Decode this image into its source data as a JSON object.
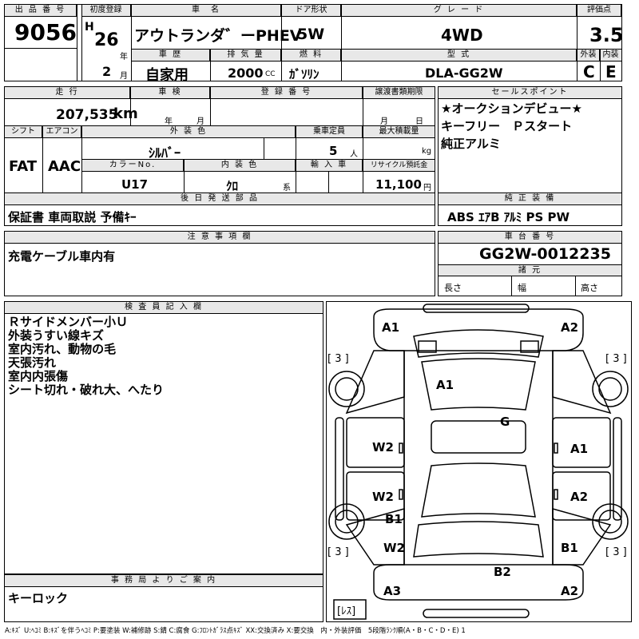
{
  "header": {
    "lot_no_label": "出 品 番 号",
    "lot_no": "9056",
    "first_reg_label": "初度登録",
    "era": "H",
    "year": "26",
    "year_unit": "年",
    "month": "2",
    "month_unit": "月",
    "car_name_label": "車　名",
    "car_name": "アウトランダ゛ーPHEV",
    "history_label": "車 歴",
    "history": "自家用",
    "displacement_label": "排 気 量",
    "displacement": "2000",
    "displacement_unit": "CC",
    "door_label": "ドア形状",
    "door": "5W",
    "fuel_label": "燃 料",
    "fuel": "ｶﾞｿﾘﾝ",
    "grade_label": "グ レ ー ド",
    "grade": "4WD",
    "model_label": "型 式",
    "model": "DLA-GG2W",
    "score_label": "評価点",
    "score": "3.5",
    "ext_label": "外装",
    "ext": "C",
    "int_label": "内装",
    "int": "E"
  },
  "row2": {
    "mileage_label": "走 行",
    "mileage": "207,535",
    "mileage_unit": "km",
    "inspection_label": "車 検",
    "insp_year_unit": "年",
    "insp_month_unit": "月",
    "reg_no_label": "登 録 番 号",
    "transfer_label": "譲渡書類期限",
    "transfer_month": "月",
    "transfer_day": "日",
    "shift_label": "シフト",
    "shift": "FAT",
    "ac_label": "エアコン",
    "ac": "AAC",
    "ext_color_label": "外 装 色",
    "ext_color": "ｼﾙﾊﾞｰ",
    "capacity_label": "乗車定員",
    "capacity": "5",
    "capacity_unit": "人",
    "max_load_label": "最大積載量",
    "max_load_unit": "kg",
    "color_no_label": "カラーNo.",
    "color_no": "U17",
    "int_color_label": "内 装 色",
    "int_color": "ｸﾛ",
    "int_color_unit": "系",
    "import_label": "輸 入 車",
    "recycle_label": "リサイクル預託金",
    "recycle": "11,100",
    "recycle_unit": "円"
  },
  "sales_point": {
    "label": "セールスポイント",
    "lines": [
      "★オークションデビュー★",
      "キーフリー　Ｐスタート",
      "純正アルミ"
    ]
  },
  "parts": {
    "label": "後 日 発 送 部 品",
    "value": "保証書 車両取説 予備ｷｰ"
  },
  "equipment": {
    "label": "純 正 装 備",
    "value": "ABS ｴｱB ｱﾙﾐ PS PW"
  },
  "caution": {
    "label": "注 意 事 項 欄",
    "value": "充電ケーブル車内有"
  },
  "chassis": {
    "label": "車 台 番 号",
    "value": "GG2W-0012235",
    "dims_label": "諸 元",
    "length": "長さ",
    "width": "幅",
    "height": "高さ"
  },
  "inspector": {
    "label": "検 査 員 記 入 欄",
    "lines": [
      "Ｒサイドメンバー小Ｕ",
      "外装うすい線キズ",
      "室内汚れ、動物の毛",
      "天張汚れ",
      "室内内張傷",
      "シート切れ・破れ大、へたり"
    ]
  },
  "office": {
    "label": "事 務 局 よ り ご 案 内",
    "value": "キーロック"
  },
  "diagram": {
    "marks": {
      "a1_fl": "A1",
      "a2_fr": "A2",
      "a1_hood": "A1",
      "g_glass": "G",
      "w2_l1": "W2",
      "w2_l2": "W2",
      "b1_l": "B1",
      "w2_l3": "W2",
      "a1_r1": "A1",
      "a2_r2": "A2",
      "b1_r": "B1",
      "b2_rear": "B2",
      "a3_rl": "A3",
      "a2_rr": "A2"
    },
    "tire_fl": "[ 3 ]",
    "tire_fr": "[ 3 ]",
    "tire_rl": "[ 3 ]",
    "tire_rr": "[ 3 ]",
    "spare": "[ﾚｽ]"
  },
  "legend": "A:ｷｽﾞ U:ﾍｺﾐ B:ｷｽﾞを伴うﾍｺﾐ P:要塗装 W:補修跡 S:錆 C:腐食 G:ﾌﾛﾝﾄｶﾞﾗｽ点ｷｽﾞ XX:交換済み X:要交換　内・外装評価　5段階ﾗﾝｸ順(A・B・C・D・E) 1"
}
